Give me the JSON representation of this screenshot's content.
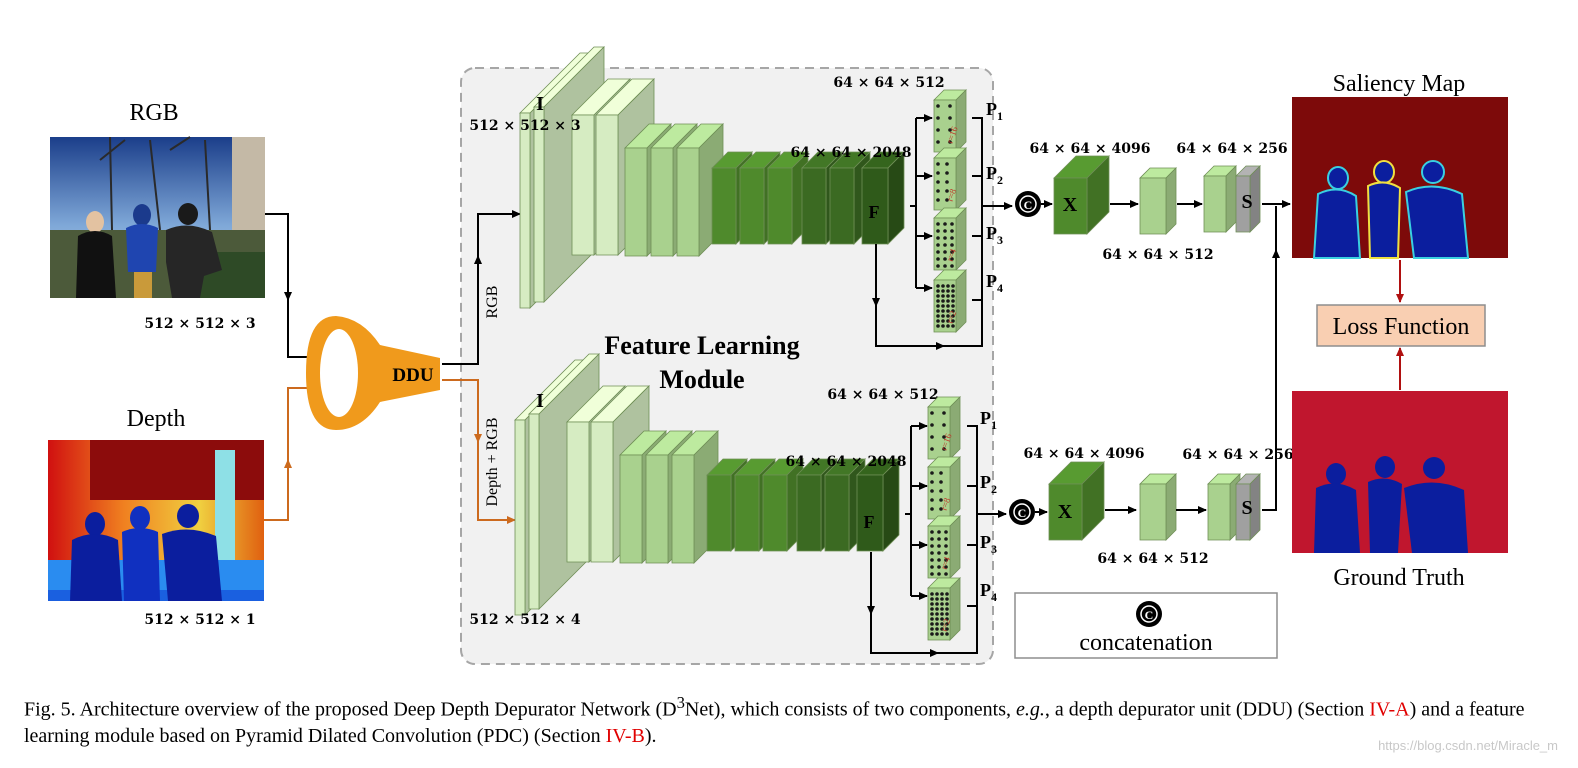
{
  "colors": {
    "light_green": "#d6ecc2",
    "mid_green": "#a9d18e",
    "dark_green": "#4f8a2c",
    "darker_green": "#3b6a22",
    "ddu_orange": "#f09a1c",
    "orange_arrow": "#cc6a1e",
    "loss_fill": "#f9cfb2",
    "saliency_bg": "#7d0a0a",
    "gt_bg": "#c0162e",
    "silhouette": "#0b1e9e",
    "panel_bg": "#f1f1f1",
    "ref_red": "#e00000"
  },
  "inputs": {
    "rgb_label": "RGB",
    "rgb_dim": "512 × 512 × 3",
    "depth_label": "Depth",
    "depth_dim": "512 × 512 × 1"
  },
  "ddu": {
    "label": "DDU"
  },
  "edges": {
    "rgb_path": "RGB",
    "depth_rgb_path": "Depth + RGB"
  },
  "module": {
    "title_line1": "Feature Learning",
    "title_line2": "Module"
  },
  "top_stream": {
    "input_letter": "I",
    "input_dim": "512 × 512 × 3",
    "f_letter": "F",
    "f_dim": "64 × 64 × 2048",
    "pdc_dim": "64 × 64 × 512",
    "p_labels": [
      "P",
      "P",
      "P",
      "P"
    ],
    "p_subs": [
      "1",
      "2",
      "3",
      "4"
    ],
    "rates": [
      "r=16",
      "r=8",
      "r=4",
      "r=2"
    ],
    "concat_symbol": "C",
    "x_letter": "X",
    "x_dim": "64 × 64 × 4096",
    "mid_dim": "64 × 64 × 512",
    "s_dim": "64 × 64 × 256",
    "s_letter": "S"
  },
  "bottom_stream": {
    "input_letter": "I",
    "input_dim": "512 × 512 × 4",
    "f_letter": "F",
    "f_dim": "64 × 64 × 2048",
    "pdc_dim": "64 × 64 × 512",
    "p_labels": [
      "P",
      "P",
      "P",
      "P"
    ],
    "p_subs": [
      "1",
      "2",
      "3",
      "4"
    ],
    "rates": [
      "r=16",
      "r=8",
      "r=4",
      "r=2"
    ],
    "concat_symbol": "C",
    "x_letter": "X",
    "x_dim": "64 × 64 × 4096",
    "mid_dim": "64 × 64 × 512",
    "s_dim": "64 × 64 × 256",
    "s_letter": "S"
  },
  "outputs": {
    "saliency_label": "Saliency Map",
    "loss_label": "Loss Function",
    "gt_label": "Ground Truth"
  },
  "legend": {
    "symbol": "C",
    "label": "concatenation"
  },
  "caption": {
    "part1": "Fig. 5.  Architecture overview of the proposed Deep Depth Depurator Network (D",
    "sup": "3",
    "part2": "Net), which consists of two components, ",
    "eg": "e.g.",
    "part3": ", a depth depurator unit (DDU) (Section ",
    "ref1": "IV-A",
    "part4": ") and a feature learning module based on Pyramid Dilated Convolution (PDC) (Section ",
    "ref2": "IV-B",
    "part5": ")."
  },
  "watermark": "https://blog.csdn.net/Miracle_m"
}
